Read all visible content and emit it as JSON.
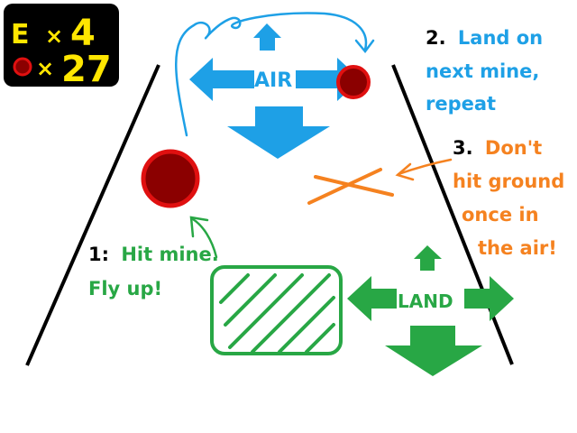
{
  "hud": {
    "lives_letter": "E",
    "times_symbol": "×",
    "lives_count": "4",
    "mines_count": "27"
  },
  "air_zone": {
    "label": "AIR"
  },
  "land_zone": {
    "label": "LAND"
  },
  "steps": {
    "step1": {
      "number": "1:",
      "line1": "Hit mine.",
      "line2": "Fly up!"
    },
    "step2": {
      "number": "2.",
      "line1": "Land on",
      "line2": "next mine,",
      "line3": "repeat"
    },
    "step3": {
      "number": "3.",
      "line1": "Don't",
      "line2": "hit ground",
      "line3": "once in",
      "line4": "the air!"
    }
  },
  "colors": {
    "air_blue": "#1ea0e6",
    "land_green": "#28a745",
    "warning_orange": "#f58220",
    "mine_fill": "#8b0000",
    "mine_rim": "#e01010",
    "hud_yellow": "#ffe600",
    "text_black": "#000000"
  },
  "icons": {
    "mine": "red-mine-circle",
    "arrows": "direction-arrows",
    "cross": "orange-x-mark",
    "platform": "hatched-land-platform"
  }
}
